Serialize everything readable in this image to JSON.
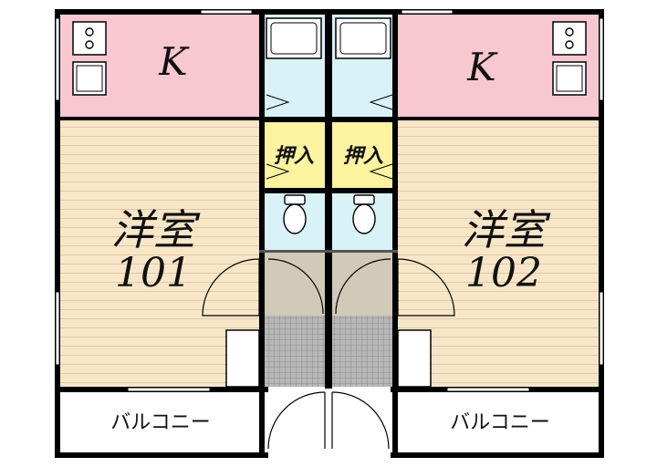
{
  "units": {
    "left": {
      "kitchen": "K",
      "room_name": "洋室",
      "room_number": "101",
      "closet": "押入",
      "balcony": "バルコニー"
    },
    "right": {
      "kitchen": "K",
      "room_name": "洋室",
      "room_number": "102",
      "closet": "押入",
      "balcony": "バルコニー"
    }
  },
  "colors": {
    "kitchen": "#f8c8d0",
    "room": "#f8e6c8",
    "room_lines": "#e0c9a8",
    "bath": "#d8f2f8",
    "closet": "#fbf3a0",
    "entrance": "#d0cbb8",
    "tiles": "#a5a5a5",
    "wall": "#000000"
  },
  "icons": {
    "stove": "stove-icon",
    "sink": "sink-icon",
    "toilet": "toilet-icon",
    "door_swing": "door-swing-icon"
  }
}
